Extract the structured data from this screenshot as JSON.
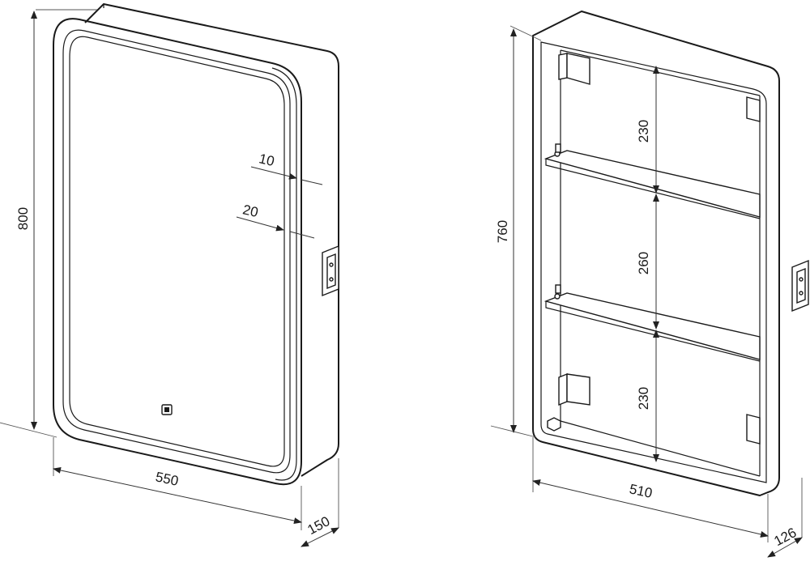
{
  "left_view": {
    "height_label": "800",
    "width_label": "550",
    "depth_label": "150",
    "edge_small_label": "10",
    "edge_large_label": "20"
  },
  "right_view": {
    "height_label": "760",
    "width_label": "510",
    "depth_label": "126",
    "section_top_label": "230",
    "section_middle_label": "260",
    "section_bottom_label": "230"
  }
}
